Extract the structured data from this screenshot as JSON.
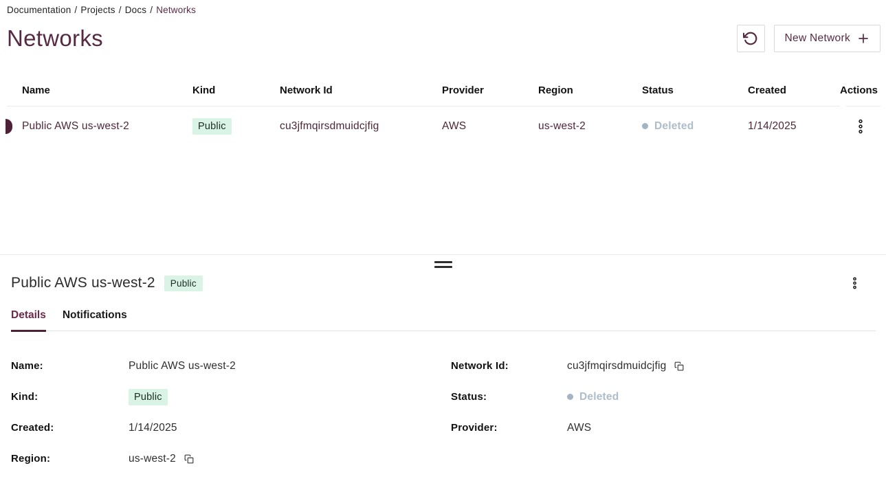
{
  "colors": {
    "accent": "#562a42",
    "row_marker": "#4d2136",
    "badge_bg": "#d9f3e6",
    "status_deleted": "#aebdca",
    "border": "#ececec"
  },
  "breadcrumb": {
    "separator": "/",
    "items": [
      "Documentation",
      "Projects",
      "Docs",
      "Networks"
    ]
  },
  "header": {
    "title": "Networks",
    "new_network_label": "New Network"
  },
  "table": {
    "columns": [
      "Name",
      "Kind",
      "Network Id",
      "Provider",
      "Region",
      "Status",
      "Created",
      "Actions"
    ],
    "rows": [
      {
        "name": "Public AWS us-west-2",
        "kind": "Public",
        "network_id": "cu3jfmqirsdmuidcjfig",
        "provider": "AWS",
        "region": "us-west-2",
        "status": "Deleted",
        "created": "1/14/2025"
      }
    ]
  },
  "drawer": {
    "title": "Public AWS us-west-2",
    "badge": "Public",
    "tabs": [
      {
        "label": "Details"
      },
      {
        "label": "Notifications"
      }
    ],
    "details": {
      "left": [
        {
          "label": "Name:",
          "value": "Public AWS us-west-2"
        },
        {
          "label": "Kind:",
          "value": "Public"
        },
        {
          "label": "Created:",
          "value": "1/14/2025"
        },
        {
          "label": "Region:",
          "value": "us-west-2"
        }
      ],
      "right": [
        {
          "label": "Network Id:",
          "value": "cu3jfmqirsdmuidcjfig"
        },
        {
          "label": "Status:",
          "value": "Deleted"
        },
        {
          "label": "Provider:",
          "value": "AWS"
        }
      ]
    }
  }
}
